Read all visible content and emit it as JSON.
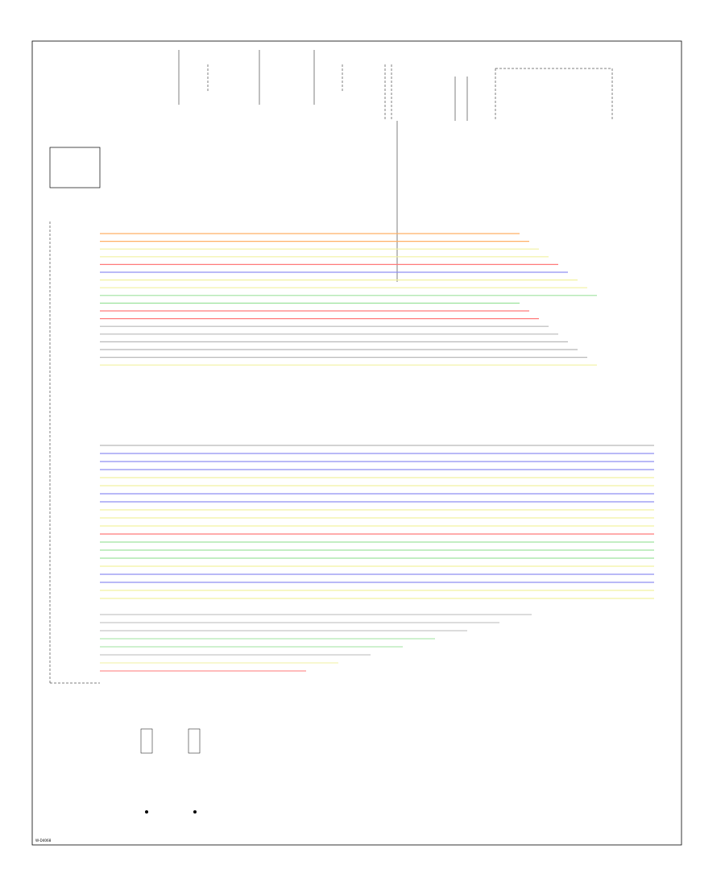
{
  "footer_code": "W-D4068",
  "colors": {
    "yel": "#f2f2a0",
    "grn": "#9fe39f",
    "red": "#ff7a7a",
    "blu": "#8f8ff2",
    "org": "#ffb066",
    "gry": "#b8b8b8",
    "blk": "#000000"
  },
  "wires": [
    {
      "color": "org"
    },
    {
      "color": "org"
    },
    {
      "color": "yel"
    },
    {
      "color": "yel"
    },
    {
      "color": "red"
    },
    {
      "color": "blu"
    },
    {
      "color": "yel"
    },
    {
      "color": "yel"
    },
    {
      "color": "grn"
    },
    {
      "color": "grn"
    },
    {
      "color": "red"
    },
    {
      "color": "red"
    },
    {
      "color": "gry"
    },
    {
      "color": "gry"
    },
    {
      "color": "gry"
    },
    {
      "color": "gry"
    },
    {
      "color": "gry"
    },
    {
      "color": "yel"
    }
  ],
  "bus_wires": [
    {
      "color": "gry"
    },
    {
      "color": "blu"
    },
    {
      "color": "blu"
    },
    {
      "color": "blu"
    },
    {
      "color": "yel"
    },
    {
      "color": "yel"
    },
    {
      "color": "blu"
    },
    {
      "color": "blu"
    },
    {
      "color": "yel"
    },
    {
      "color": "yel"
    },
    {
      "color": "yel"
    },
    {
      "color": "red"
    },
    {
      "color": "grn"
    },
    {
      "color": "grn"
    },
    {
      "color": "grn"
    },
    {
      "color": "yel"
    },
    {
      "color": "blu"
    },
    {
      "color": "blu"
    },
    {
      "color": "yel"
    },
    {
      "color": "yel"
    }
  ],
  "lower_wires": [
    {
      "color": "gry"
    },
    {
      "color": "gry"
    },
    {
      "color": "gry"
    },
    {
      "color": "grn"
    },
    {
      "color": "grn"
    },
    {
      "color": "gry"
    },
    {
      "color": "yel"
    },
    {
      "color": "red"
    }
  ]
}
